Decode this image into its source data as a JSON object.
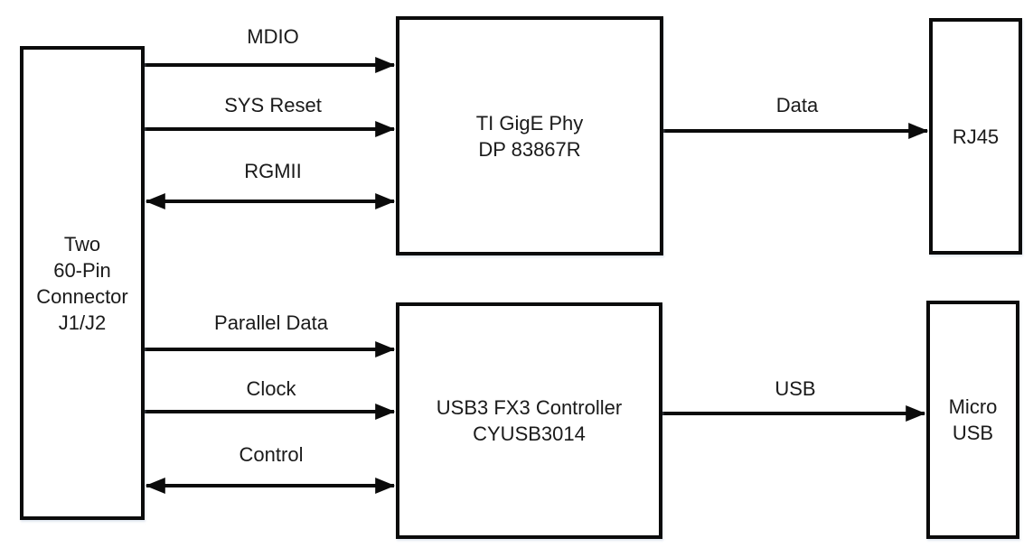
{
  "diagram": {
    "type": "block-diagram",
    "colors": {
      "line": "#0b0b0b",
      "background": "#ffffff",
      "text": "#1a1a1a"
    },
    "nodes": {
      "connector": {
        "lines": [
          "Two",
          "60-Pin",
          "Connector",
          "J1/J2"
        ]
      },
      "gige_phy": {
        "lines": [
          "TI GigE Phy",
          "DP 83867R"
        ]
      },
      "rj45": {
        "lines": [
          "RJ45"
        ]
      },
      "fx3": {
        "lines": [
          "USB3 FX3 Controller",
          "CYUSB3014"
        ]
      },
      "micro_usb": {
        "lines": [
          "Micro",
          "USB"
        ]
      }
    },
    "edges": {
      "mdio": {
        "label": "MDIO",
        "from": "connector",
        "to": "gige_phy",
        "direction": "right"
      },
      "sys_reset": {
        "label": "SYS Reset",
        "from": "connector",
        "to": "gige_phy",
        "direction": "right"
      },
      "rgmii": {
        "label": "RGMII",
        "from": "connector",
        "to": "gige_phy",
        "direction": "both"
      },
      "data": {
        "label": "Data",
        "from": "gige_phy",
        "to": "rj45",
        "direction": "right"
      },
      "parallel_data": {
        "label": "Parallel Data",
        "from": "connector",
        "to": "fx3",
        "direction": "right"
      },
      "clock": {
        "label": "Clock",
        "from": "connector",
        "to": "fx3",
        "direction": "right"
      },
      "control": {
        "label": "Control",
        "from": "connector",
        "to": "fx3",
        "direction": "both"
      },
      "usb": {
        "label": "USB",
        "from": "fx3",
        "to": "micro_usb",
        "direction": "right"
      }
    }
  }
}
